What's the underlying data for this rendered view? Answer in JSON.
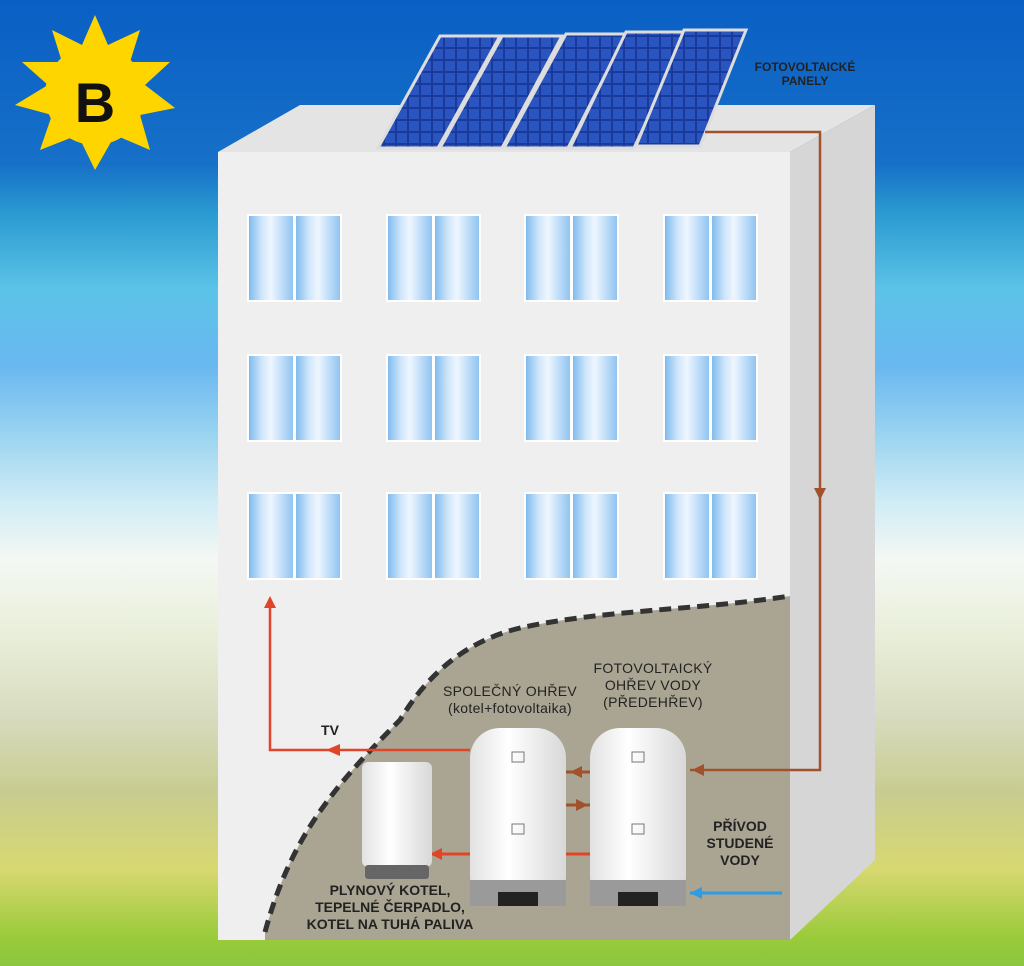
{
  "sun_letter": "B",
  "labels": {
    "pv_panels": [
      "FOTOVOLTAICKÉ",
      "PANELY"
    ],
    "shared_heating": [
      "SPOLEČNÝ OHŘEV",
      "(kotel+fotovoltaika)"
    ],
    "pv_water_heating": [
      "FOTOVOLTAICKÝ",
      "OHŘEV VODY",
      "(PŘEDEHŘEV)"
    ],
    "hot_water": "TV",
    "cold_water_supply": [
      "PŘÍVOD",
      "STUDENÉ",
      "VODY"
    ],
    "heat_sources": [
      "PLYNOVÝ KOTEL,",
      "TEPELNÉ ČERPADLO,",
      "KOTEL NA TUHÁ PALIVA"
    ]
  },
  "colors": {
    "hot": "#e0452a",
    "pv_line": "#a0522d",
    "cold": "#2f9be0",
    "sun": "#ffd500"
  }
}
